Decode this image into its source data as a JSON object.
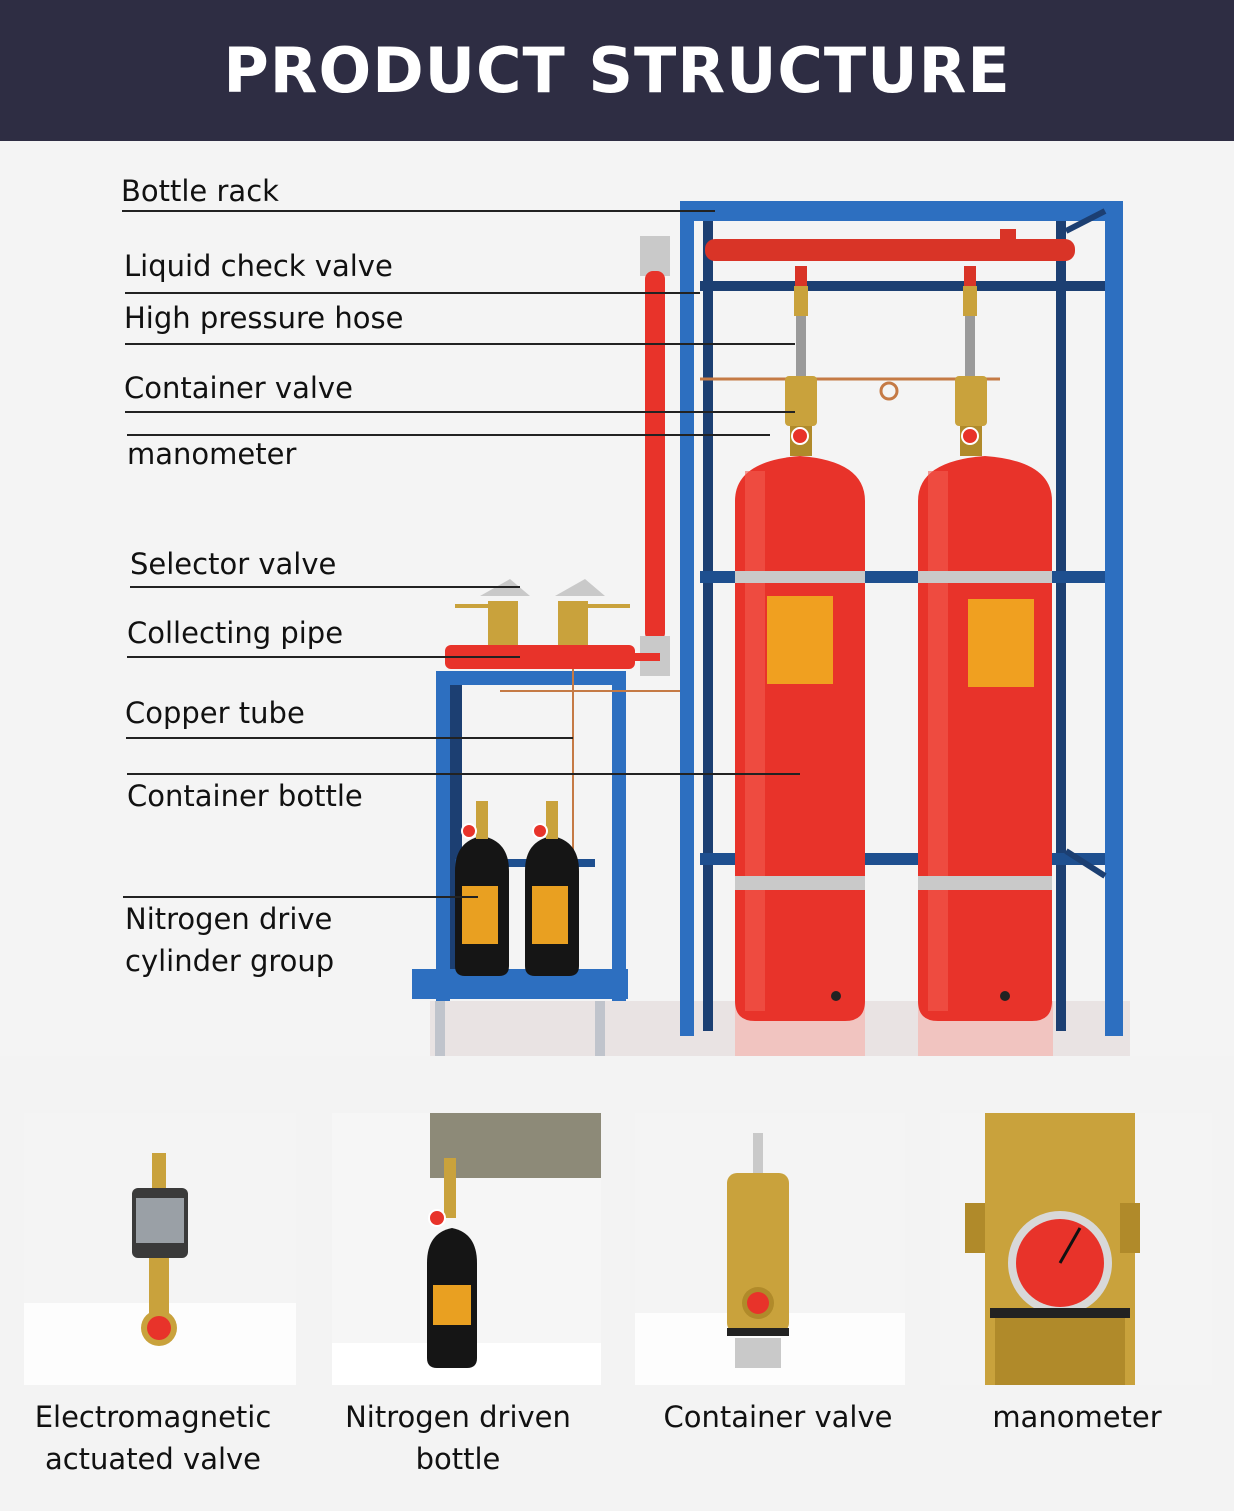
{
  "header": {
    "title": "PRODUCT STRUCTURE"
  },
  "callouts": [
    {
      "label": "Bottle rack"
    },
    {
      "label": "Liquid check valve"
    },
    {
      "label": "High pressure hose"
    },
    {
      "label": "Container valve"
    },
    {
      "label": "manometer"
    },
    {
      "label": "Selector valve"
    },
    {
      "label": "Collecting pipe"
    },
    {
      "label": "Copper tube"
    },
    {
      "label": "Container bottle"
    },
    {
      "label": "Nitrogen drive\ncylinder group"
    }
  ],
  "components": [
    {
      "caption": "Electromagnetic\nactuated valve"
    },
    {
      "caption": "Nitrogen driven\nbottle"
    },
    {
      "caption": "Container valve"
    },
    {
      "caption": "manometer"
    }
  ],
  "colors": {
    "header_bg": "#2e2d43",
    "frame_blue": "#2d6fc0",
    "cylinder_red": "#e8332a",
    "brass": "#c9a23c"
  }
}
